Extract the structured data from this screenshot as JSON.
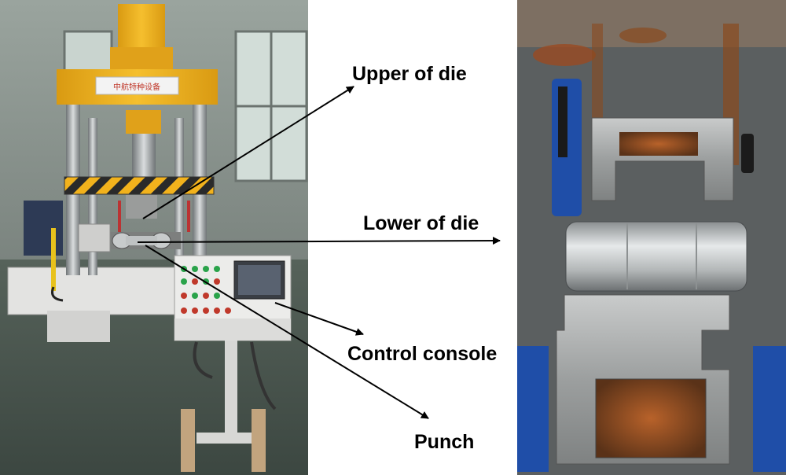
{
  "figure": {
    "labels": {
      "upper_die": "Upper of die",
      "lower_die": "Lower of die",
      "control_console": "Control console",
      "punch": "Punch"
    },
    "machine_plate_text": "中航特种设备",
    "colors": {
      "press_yellow": "#f2b21c",
      "hazard_stripe_dark": "#2a2a2a",
      "console_white": "#e8e8e8",
      "die_blue": "#1f4ea8",
      "steel_gray": "#a9aaa8",
      "rust": "#8a4a1e",
      "floor_green": "#4e5b53"
    }
  }
}
